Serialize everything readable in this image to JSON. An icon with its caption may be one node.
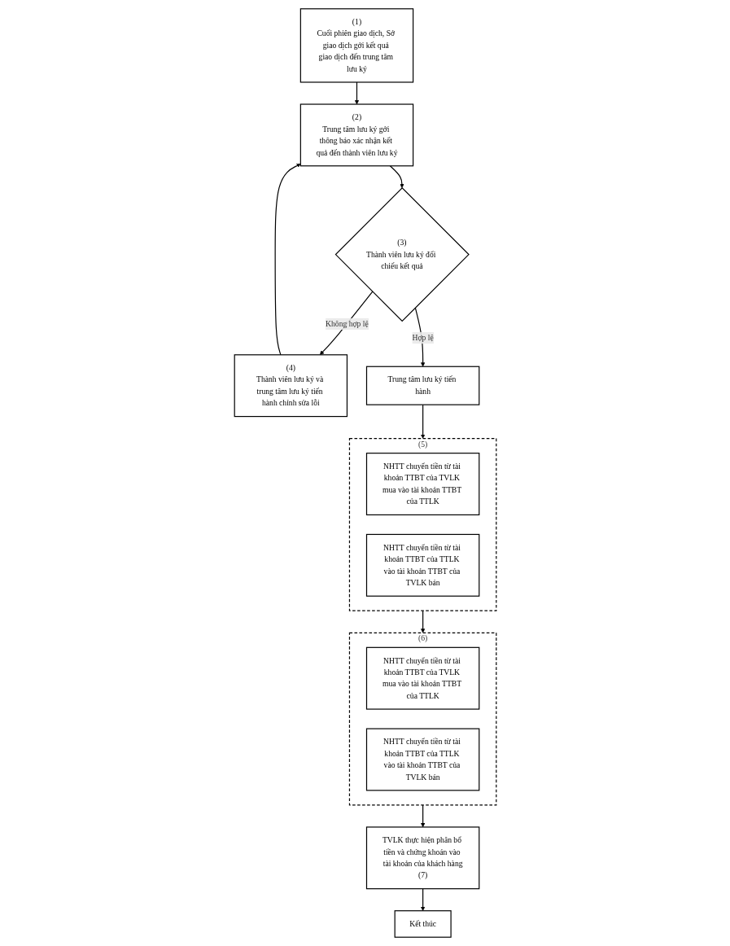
{
  "diagram": {
    "nodes": [
      {
        "text": [
          "(1)",
          "Cuối phiên giao dịch, Sở giao dịch gởi kết quả giao dịch đến trung tâm lưu ký"
        ]
      },
      {
        "text": [
          "(2)",
          "Trung tâm lưu ký gởi thông báo xác nhận kết quả đến thành viên lưu ký"
        ]
      },
      {
        "text": [
          "(3)",
          "Thành viên lưu ký đối chiếu kết quả"
        ]
      },
      {
        "text": [
          "(4)",
          "Thành viên lưu ký và trung tâm lưu ký tiến hành chỉnh sửa lỗi"
        ]
      },
      {
        "text": [
          "Trung tâm lưu ký tiến hành"
        ]
      },
      {
        "text": [
          "(5)"
        ]
      },
      {
        "text": [
          "NHTT chuyển tiền từ tài khoản TTBT của TVLK mua vào tài khoản TTBT của TTLK"
        ],
        "in": 5
      },
      {
        "text": [
          "NHTT chuyển tiền từ tài khoản TTBT của TTLK vào tài khoản TTBT của TVLK bán"
        ],
        "in": 5
      },
      {
        "text": [
          "(6)"
        ]
      },
      {
        "text": [
          "NHTT chuyển tiền từ tài khoản TTBT của TVLK mua vào tài khoản TTBT của TTLK"
        ],
        "in": 8
      },
      {
        "text": [
          "NHTT chuyển tiền từ tài khoản TTBT của TTLK vào tài khoản TTBT của TVLK bán"
        ],
        "in": 8
      },
      {
        "text": [
          "TVLK thực hiện phân bổ tiền và chứng khoán vào tài khoản của khách hàng",
          "(7)"
        ]
      },
      {
        "text": [
          "Kết thúc"
        ]
      }
    ],
    "edges": [
      {
        "from": 0,
        "to": 1,
        "arrow": "to"
      },
      {
        "from": 1,
        "to": 2,
        "arrow": "to"
      },
      {
        "from": 2,
        "to": 3,
        "arrow": "to",
        "label": "Không hợp lệ"
      },
      {
        "from": 3,
        "to": 1,
        "arrow": "to"
      },
      {
        "from": 2,
        "to": 4,
        "arrow": "to",
        "label": "Hợp lệ"
      },
      {
        "from": 4,
        "to": 5,
        "arrow": "to"
      },
      {
        "from": 5,
        "to": 8,
        "arrow": "to"
      },
      {
        "from": 8,
        "to": 11,
        "arrow": "to"
      },
      {
        "from": 11,
        "to": 12,
        "arrow": "to"
      }
    ]
  }
}
